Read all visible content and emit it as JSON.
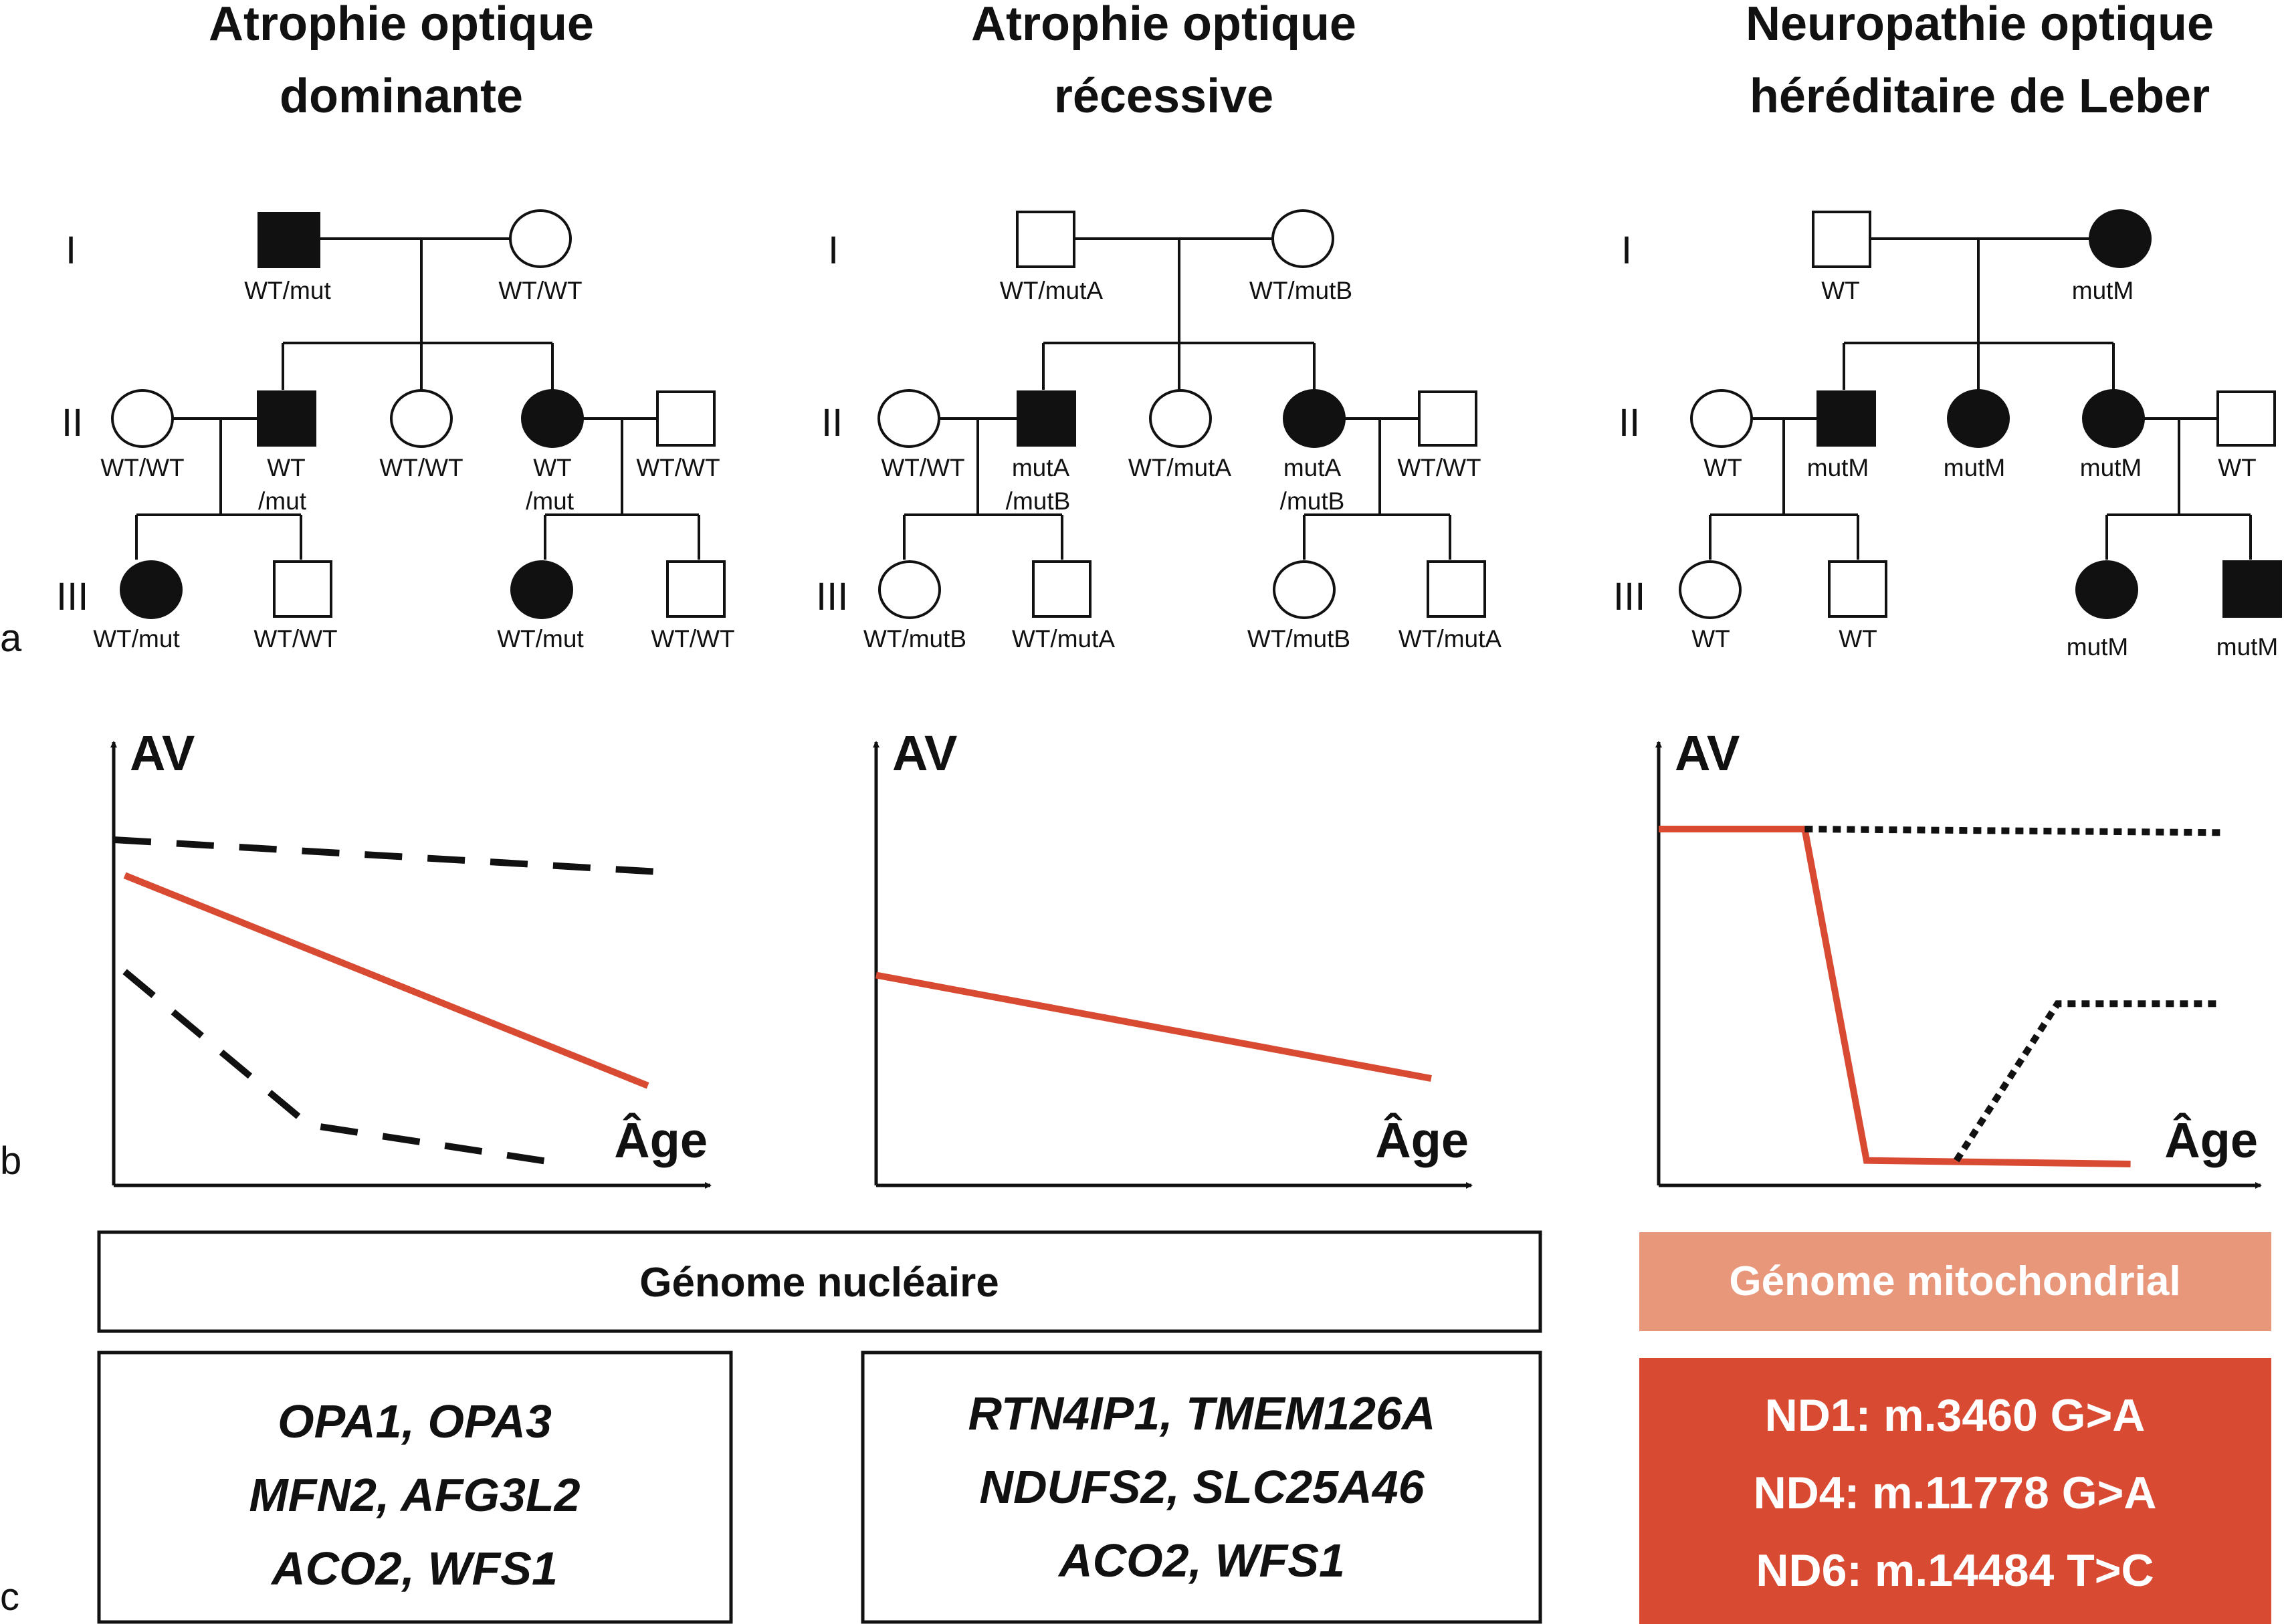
{
  "columns": [
    {
      "title": [
        "Atrophie optique",
        "dominante"
      ],
      "pedigree": {
        "I": {
          "father": "WT/mut",
          "mother": "WT/WT"
        },
        "II": [
          "WT/WT",
          "WT",
          "/mut",
          "WT/WT",
          "WT",
          "/mut",
          "WT/WT"
        ],
        "III": [
          "WT/mut",
          "WT/WT",
          "WT/mut",
          "WT/WT"
        ]
      },
      "graph": {
        "y_label": "AV",
        "x_label": "Âge"
      },
      "genes": [
        "OPA1, OPA3",
        "MFN2, AFG3L2",
        "ACO2, WFS1"
      ]
    },
    {
      "title": [
        "Atrophie optique",
        "récessive"
      ],
      "pedigree": {
        "I": {
          "father": "WT/mutA",
          "mother": "WT/mutB"
        },
        "II": [
          "WT/WT",
          "mutA",
          "/mutB",
          "WT/mutA",
          "mutA",
          "/mutB",
          "WT/WT"
        ],
        "III": [
          "WT/mutB",
          "WT/mutA",
          "WT/mutB",
          "WT/mutA"
        ]
      },
      "graph": {
        "y_label": "AV",
        "x_label": "Âge"
      },
      "genes": [
        "RTN4IP1, TMEM126A",
        "NDUFS2, SLC25A46",
        "ACO2, WFS1"
      ]
    },
    {
      "title": [
        "Neuropathie optique",
        "héréditaire de Leber"
      ],
      "pedigree": {
        "I": {
          "father": "WT",
          "mother": "mutM"
        },
        "II": [
          "WT",
          "mutM",
          "mutM",
          "mutM",
          "WT"
        ],
        "III": [
          "WT",
          "WT",
          "mutM",
          "mutM"
        ]
      },
      "graph": {
        "y_label": "AV",
        "x_label": "Âge"
      },
      "mutations": [
        "ND1: m.3460 G>A",
        "ND4: m.11778 G>A",
        "ND6: m.14484 T>C"
      ]
    }
  ],
  "generation_labels": [
    "I",
    "II",
    "III"
  ],
  "panel_labels": [
    "a",
    "b",
    "c"
  ],
  "nuclear_genome": "Génome nucléaire",
  "mito_genome": "Génome mitochondrial",
  "colors": {
    "affected": "#111111",
    "curve": "#d94a33",
    "mito_header": "#e8977a",
    "mito_box": "#d94a33"
  },
  "chart_data": [
    {
      "type": "line",
      "ylabel": "AV",
      "xlabel": "Âge",
      "series": [
        {
          "style": "dashed",
          "color": "#111111",
          "points": [
            [
              0,
              0.97
            ],
            [
              0.98,
              0.88
            ]
          ]
        },
        {
          "style": "solid",
          "color": "#d94a33",
          "points": [
            [
              0.02,
              0.87
            ],
            [
              0.96,
              0.28
            ]
          ]
        },
        {
          "style": "dashed",
          "color": "#111111",
          "points": [
            [
              0.02,
              0.6
            ],
            [
              0.35,
              0.17
            ],
            [
              0.81,
              0.06
            ]
          ]
        }
      ]
    },
    {
      "type": "line",
      "ylabel": "AV",
      "xlabel": "Âge",
      "series": [
        {
          "style": "solid",
          "color": "#d94a33",
          "points": [
            [
              0,
              0.59
            ],
            [
              1.0,
              0.3
            ]
          ]
        }
      ]
    },
    {
      "type": "line",
      "ylabel": "AV",
      "xlabel": "Âge",
      "series": [
        {
          "style": "solid",
          "color": "#d94a33",
          "points": [
            [
              0.0,
              1.0
            ],
            [
              0.26,
              1.0
            ],
            [
              0.37,
              0.07
            ],
            [
              0.84,
              0.06
            ]
          ]
        },
        {
          "style": "dotted",
          "color": "#111111",
          "points": [
            [
              0.26,
              1.0
            ],
            [
              1.0,
              0.99
            ]
          ]
        },
        {
          "style": "dotted",
          "color": "#111111",
          "points": [
            [
              0.53,
              0.07
            ],
            [
              0.71,
              0.51
            ],
            [
              1.0,
              0.51
            ]
          ]
        }
      ]
    }
  ]
}
